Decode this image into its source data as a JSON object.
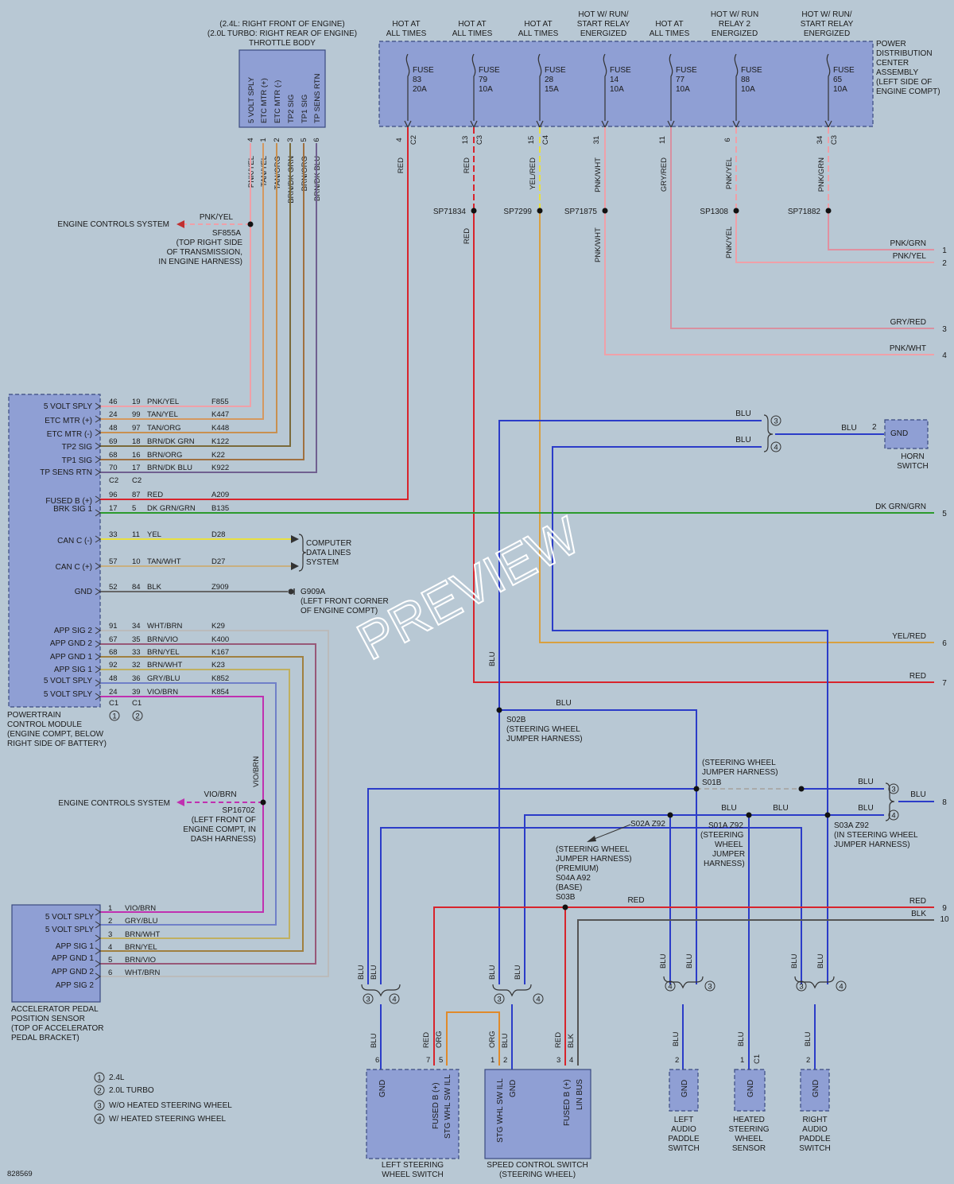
{
  "watermark": "PREVIEW",
  "doc_number": "828569",
  "colors": {
    "background": "#b8c8d4",
    "component": "#8f9fd4",
    "wire_red": "#d8242c",
    "wire_blue": "#2b3cc8",
    "wire_pink": "#f0a0a8",
    "wire_tan": "#d49860",
    "wire_brown": "#906040",
    "wire_yellow": "#e8e040",
    "wire_green": "#2c9a2c",
    "wire_black": "#555555",
    "wire_violet": "#c030b0",
    "wire_gray": "#aaaaaa"
  },
  "throttle_body": {
    "title1": "(2.4L: RIGHT FRONT OF ENGINE)",
    "title2": "(2.0L TURBO: RIGHT REAR OF ENGINE)",
    "title3": "THROTTLE BODY",
    "pins": [
      "5 VOLT SPLY",
      "ETC MTR (+)",
      "ETC MTR (-)",
      "TP2 SIG",
      "TP1 SIG",
      "TP SENS RTN"
    ],
    "pin_numbers": [
      "4",
      "1",
      "2",
      "3",
      "5",
      "6"
    ],
    "wires": [
      "PNK/YEL",
      "TAN/YEL",
      "TAN/ORG",
      "BRN/DK GRN",
      "BRN/ORG",
      "BRN/DK BLU"
    ]
  },
  "pdc": {
    "label1": "POWER",
    "label2": "DISTRIBUTION",
    "label3": "CENTER",
    "label4": "ASSEMBLY",
    "label5": "(LEFT SIDE OF",
    "label6": "ENGINE COMPT)",
    "fuses": [
      {
        "h1": "HOT AT",
        "h2": "ALL TIMES",
        "h3": "",
        "fuse": "FUSE",
        "num": "83",
        "amp": "20A",
        "pin": "4",
        "conn": "C2",
        "wire": "RED",
        "splice": ""
      },
      {
        "h1": "HOT AT",
        "h2": "ALL TIMES",
        "h3": "",
        "fuse": "FUSE",
        "num": "79",
        "amp": "10A",
        "pin": "13",
        "conn": "C3",
        "wire": "RED",
        "splice": "SP71834"
      },
      {
        "h1": "HOT AT",
        "h2": "ALL TIMES",
        "h3": "",
        "fuse": "FUSE",
        "num": "28",
        "amp": "15A",
        "pin": "15",
        "conn": "C4",
        "wire": "YEL/RED",
        "splice": "SP7299"
      },
      {
        "h1": "HOT W/ RUN/",
        "h2": "START RELAY",
        "h3": "ENERGIZED",
        "fuse": "FUSE",
        "num": "14",
        "amp": "10A",
        "pin": "31",
        "conn": "",
        "wire": "PNK/WHT",
        "splice": "SP71875"
      },
      {
        "h1": "HOT AT",
        "h2": "ALL TIMES",
        "h3": "",
        "fuse": "FUSE",
        "num": "77",
        "amp": "10A",
        "pin": "11",
        "conn": "",
        "wire": "GRY/RED",
        "splice": ""
      },
      {
        "h1": "HOT W/ RUN",
        "h2": "RELAY 2",
        "h3": "ENERGIZED",
        "fuse": "FUSE",
        "num": "88",
        "amp": "10A",
        "pin": "6",
        "conn": "",
        "wire": "PNK/YEL",
        "splice": "SP1308"
      },
      {
        "h1": "HOT W/ RUN/",
        "h2": "START RELAY",
        "h3": "ENERGIZED",
        "fuse": "FUSE",
        "num": "65",
        "amp": "10A",
        "pin": "34",
        "conn": "C3",
        "wire": "PNK/GRN",
        "splice": "SP71882"
      }
    ]
  },
  "lower_wires": {
    "red_1": "RED",
    "pnk_wht_1": "PNK/WHT",
    "pnk_yel_1": "PNK/YEL"
  },
  "right_outputs": [
    {
      "wire": "PNK/GRN",
      "num": "1"
    },
    {
      "wire": "PNK/YEL",
      "num": "2"
    },
    {
      "wire": "GRY/RED",
      "num": "3"
    },
    {
      "wire": "PNK/WHT",
      "num": "4"
    },
    {
      "wire": "DK GRN/GRN",
      "num": "5"
    },
    {
      "wire": "YEL/RED",
      "num": "6"
    },
    {
      "wire": "RED",
      "num": "7"
    },
    {
      "wire": "",
      "num": "8"
    },
    {
      "wire": "RED",
      "num": "9"
    },
    {
      "wire": "BLK",
      "num": "10"
    }
  ],
  "pcm": {
    "label1": "POWERTRAIN",
    "label2": "CONTROL MODULE",
    "label3": "(ENGINE COMPT, BELOW",
    "label4": "RIGHT SIDE OF BATTERY)",
    "rows": [
      {
        "pin": "5 VOLT SPLY",
        "a": "46",
        "b": "19",
        "wire": "PNK/YEL",
        "circ": "F855"
      },
      {
        "pin": "ETC MTR (+)",
        "a": "24",
        "b": "99",
        "wire": "TAN/YEL",
        "circ": "K447"
      },
      {
        "pin": "ETC MTR (-)",
        "a": "48",
        "b": "97",
        "wire": "TAN/ORG",
        "circ": "K448"
      },
      {
        "pin": "TP2 SIG",
        "a": "69",
        "b": "18",
        "wire": "BRN/DK GRN",
        "circ": "K122"
      },
      {
        "pin": "TP1 SIG",
        "a": "68",
        "b": "16",
        "wire": "BRN/ORG",
        "circ": "K22"
      },
      {
        "pin": "TP SENS RTN",
        "a": "70",
        "b": "17",
        "wire": "BRN/DK BLU",
        "circ": "K922"
      },
      {
        "pin": "FUSED B (+)",
        "a": "96",
        "b": "87",
        "wire": "RED",
        "circ": "A209"
      },
      {
        "pin": "BRK SIG 1",
        "a": "17",
        "b": "5",
        "wire": "DK GRN/GRN",
        "circ": "B135"
      },
      {
        "pin": "CAN C (-)",
        "a": "33",
        "b": "11",
        "wire": "YEL",
        "circ": "D28"
      },
      {
        "pin": "CAN C (+)",
        "a": "57",
        "b": "10",
        "wire": "TAN/WHT",
        "circ": "D27"
      },
      {
        "pin": "GND",
        "a": "52",
        "b": "84",
        "wire": "BLK",
        "circ": "Z909"
      },
      {
        "pin": "APP SIG 2",
        "a": "91",
        "b": "34",
        "wire": "WHT/BRN",
        "circ": "K29"
      },
      {
        "pin": "APP GND 2",
        "a": "67",
        "b": "35",
        "wire": "BRN/VIO",
        "circ": "K400"
      },
      {
        "pin": "APP GND 1",
        "a": "68",
        "b": "33",
        "wire": "BRN/YEL",
        "circ": "K167"
      },
      {
        "pin": "APP SIG 1",
        "a": "92",
        "b": "32",
        "wire": "BRN/WHT",
        "circ": "K23"
      },
      {
        "pin": "5 VOLT SPLY",
        "a": "48",
        "b": "36",
        "wire": "GRY/BLU",
        "circ": "K852"
      },
      {
        "pin": "5 VOLT SPLY",
        "a": "24",
        "b": "39",
        "wire": "VIO/BRN",
        "circ": "K854"
      }
    ],
    "conn_c2a": "C2",
    "conn_c2b": "C2",
    "conn_c1a": "C1",
    "conn_c1b": "C1",
    "circle1": "1",
    "circle2": "2"
  },
  "ecs_top": {
    "label": "ENGINE CONTROLS SYSTEM",
    "wire": "PNK/YEL",
    "splice": "SF855A",
    "loc1": "(TOP RIGHT SIDE",
    "loc2": "OF TRANSMISSION,",
    "loc3": "IN ENGINE HARNESS)"
  },
  "ecs_bottom": {
    "label": "ENGINE CONTROLS SYSTEM",
    "wire": "VIO/BRN",
    "splice": "SP16702",
    "loc1": "(LEFT FRONT OF",
    "loc2": "ENGINE COMPT, IN",
    "loc3": "DASH HARNESS)",
    "vwire": "VIO/BRN"
  },
  "cdl": {
    "l1": "COMPUTER",
    "l2": "DATA LINES",
    "l3": "SYSTEM"
  },
  "ground": {
    "name": "G909A",
    "loc1": "(LEFT FRONT CORNER",
    "loc2": "OF ENGINE COMPT)"
  },
  "app_sensor": {
    "label1": "ACCELERATOR PEDAL",
    "label2": "POSITION SENSOR",
    "label3": "(TOP OF ACCELERATOR",
    "label4": "PEDAL BRACKET)",
    "rows": [
      {
        "pin": "5 VOLT SPLY",
        "num": "1",
        "wire": "VIO/BRN"
      },
      {
        "pin": "5 VOLT SPLY",
        "num": "2",
        "wire": "GRY/BLU"
      },
      {
        "pin": "APP SIG 1",
        "num": "3",
        "wire": "BRN/WHT"
      },
      {
        "pin": "APP GND 1",
        "num": "4",
        "wire": "BRN/YEL"
      },
      {
        "pin": "APP GND 2",
        "num": "5",
        "wire": "BRN/VIO"
      },
      {
        "pin": "APP SIG 2",
        "num": "6",
        "wire": "WHT/BRN"
      }
    ]
  },
  "horn": {
    "gnd": "GND",
    "pin": "2",
    "wire": "BLU",
    "l1": "HORN",
    "l2": "SWITCH",
    "w3": "BLU",
    "w4": "BLU",
    "c3": "3",
    "c4": "4"
  },
  "splices": {
    "s02b": {
      "name": "S02B",
      "l1": "(STEERING WHEEL",
      "l2": "JUMPER HARNESS)",
      "wire": "BLU",
      "vwire": "BLU"
    },
    "s01b": {
      "name": "S01B",
      "l1": "(STEERING WHEEL",
      "l2": "JUMPER HARNESS)"
    },
    "s02a": {
      "name": "S02A Z92"
    },
    "s01a": {
      "name": "S01A Z92",
      "l1": "(STEERING",
      "l2": "WHEEL",
      "l3": "JUMPER",
      "l4": "HARNESS)",
      "wire1": "BLU",
      "wire2": "BLU"
    },
    "s03a": {
      "name": "S03A Z92",
      "l1": "(IN STEERING WHEEL",
      "l2": "JUMPER HARNESS)",
      "wire1": "BLU",
      "wire2": "BLU",
      "wire3": "BLU",
      "c3": "3",
      "c4": "4"
    },
    "s03b": {
      "l1": "(STEERING WHEEL",
      "l2": "JUMPER HARNESS)",
      "l3": "(PREMIUM)",
      "l4": "S04A A92",
      "l5": "(BASE)",
      "l6": "S03B",
      "wire": "RED"
    }
  },
  "bottom_components": {
    "lsw": {
      "l1": "LEFT STEERING",
      "l2": "WHEEL SWITCH",
      "gnd": "GND",
      "fused": "FUSED B (+)",
      "ill": "STG WHL SW ILL",
      "pins": [
        "6",
        "7",
        "5"
      ],
      "wires": [
        "BLU",
        "RED",
        "ORG"
      ]
    },
    "scs": {
      "l1": "SPEED CONTROL SWITCH",
      "l2": "(STEERING WHEEL)",
      "ill": "STG WHL SW ILL",
      "gnd": "GND",
      "fused": "FUSED B (+)",
      "lin": "LIN BUS",
      "pins": [
        "1",
        "2",
        "3",
        "4"
      ],
      "wires": [
        "ORG",
        "BLU",
        "RED",
        "BLK"
      ]
    },
    "lap": {
      "l1": "LEFT",
      "l2": "AUDIO",
      "l3": "PADDLE",
      "l4": "SWITCH",
      "gnd": "GND",
      "pin": "2",
      "wire": "BLU"
    },
    "hsw": {
      "l1": "HEATED",
      "l2": "STEERING",
      "l3": "WHEEL",
      "l4": "SENSOR",
      "gnd": "GND",
      "pin": "1",
      "conn": "C1",
      "wire": "BLU"
    },
    "rap": {
      "l1": "RIGHT",
      "l2": "AUDIO",
      "l3": "PADDLE",
      "l4": "SWITCH",
      "gnd": "GND",
      "pin": "2",
      "wire": "BLU"
    }
  },
  "branch_labels": {
    "b1": [
      "BLU",
      "BLU",
      "3",
      "4"
    ],
    "b2": [
      "BLU",
      "BLU",
      "3",
      "4"
    ],
    "b3": [
      "BLU",
      "BLU",
      "4",
      "3"
    ],
    "b4": [
      "BLU",
      "BLU",
      "3",
      "4"
    ]
  },
  "legend": [
    {
      "n": "1",
      "t": "2.4L"
    },
    {
      "n": "2",
      "t": "2.0L TURBO"
    },
    {
      "n": "3",
      "t": "W/O HEATED STEERING WHEEL"
    },
    {
      "n": "4",
      "t": "W/ HEATED STEERING WHEEL"
    }
  ]
}
